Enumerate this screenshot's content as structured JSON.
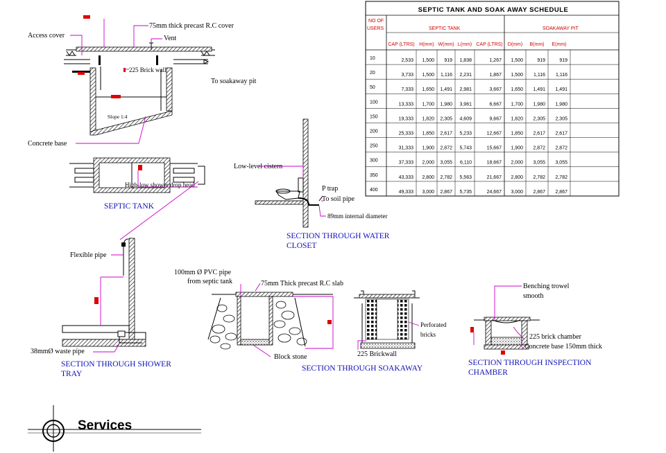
{
  "title": "Services",
  "septic_tank": {
    "caption": "SEPTIC TANK",
    "labels": {
      "access_cover": "Access cover",
      "rc_cover": "75mm thick precast R.C cover",
      "vent": "Vent",
      "brick_wall": "225 Brick wall",
      "to_soakaway": "To soakaway pit",
      "slope": "Slope 1:4",
      "concrete_base": "Concrete base",
      "shower_drop": "High-low shower drop head"
    }
  },
  "water_closet": {
    "caption_line1": "SECTION THROUGH WATER",
    "caption_line2": "CLOSET",
    "labels": {
      "cistern": "Low-level cistern",
      "p_trap": "P trap",
      "soil_pipe": "To soil pipe",
      "diameter": "89mm internal diameter"
    }
  },
  "shower_tray": {
    "caption_line1": "SECTION THROUGH SHOWER",
    "caption_line2": "TRAY",
    "labels": {
      "flexible_pipe": "Flexible pipe",
      "waste_pipe": "38mmØ waste pipe"
    }
  },
  "soakaway": {
    "caption": "SECTION THROUGH SOAKAWAY",
    "labels": {
      "pvc_pipe_1": "100mm Ø PVC pipe",
      "pvc_pipe_2": "from septic tank",
      "rc_slab": "75mm Thick precast R.C slab",
      "block_stone": "Block stone",
      "brick_wall": "225 Brickwall",
      "perforated_1": "Perforated",
      "perforated_2": "bricks"
    }
  },
  "inspection_chamber": {
    "caption_line1": "SECTION THROUGH INSPECTION",
    "caption_line2": "CHAMBER",
    "labels": {
      "benching_1": "Benching trowel",
      "benching_2": "smooth",
      "brick_chamber": "225 brick chamber",
      "concrete_base": "Concrete base 150mm thick"
    }
  },
  "schedule": {
    "title": "SEPTIC TANK AND SOAK AWAY SCHEDULE",
    "users_header_1": "NO OF",
    "users_header_2": "USERS",
    "group_septic": "SEPTIC TANK",
    "group_soakaway": "SOAKAWAY PIT",
    "columns": [
      "CAP (LTRS)",
      "H(mm)",
      "W(mm)",
      "L(mm)",
      "CAP (LTRS)",
      "D(mm)",
      "B(mm)",
      "E(mm)"
    ],
    "rows": [
      {
        "users": "10",
        "cells": [
          "2,533",
          "1,500",
          "919",
          "1,838",
          "1,267",
          "1,500",
          "919",
          "919"
        ]
      },
      {
        "users": "20",
        "cells": [
          "3,733",
          "1,500",
          "1,116",
          "2,231",
          "1,867",
          "1,500",
          "1,116",
          "1,116"
        ]
      },
      {
        "users": "50",
        "cells": [
          "7,333",
          "1,650",
          "1,491",
          "2,981",
          "3,667",
          "1,650",
          "1,491",
          "1,491"
        ]
      },
      {
        "users": "100",
        "cells": [
          "13,333",
          "1,700",
          "1,980",
          "3,961",
          "6,667",
          "1,700",
          "1,980",
          "1,980"
        ]
      },
      {
        "users": "150",
        "cells": [
          "19,333",
          "1,820",
          "2,305",
          "4,609",
          "9,667",
          "1,820",
          "2,305",
          "2,305"
        ]
      },
      {
        "users": "200",
        "cells": [
          "25,333",
          "1,850",
          "2,617",
          "5,233",
          "12,667",
          "1,850",
          "2,617",
          "2,617"
        ]
      },
      {
        "users": "250",
        "cells": [
          "31,333",
          "1,900",
          "2,872",
          "5,743",
          "15,667",
          "1,900",
          "2,872",
          "2,872"
        ]
      },
      {
        "users": "300",
        "cells": [
          "37,333",
          "2,000",
          "3,055",
          "6,110",
          "18,667",
          "2,000",
          "3,055",
          "3,055"
        ]
      },
      {
        "users": "350",
        "cells": [
          "43,333",
          "2,800",
          "2,782",
          "5,563",
          "21,667",
          "2,800",
          "2,782",
          "2,782"
        ]
      },
      {
        "users": "400",
        "cells": [
          "49,333",
          "3,000",
          "2,867",
          "5,735",
          "24,667",
          "3,000",
          "2,867",
          "2,867"
        ]
      }
    ]
  }
}
